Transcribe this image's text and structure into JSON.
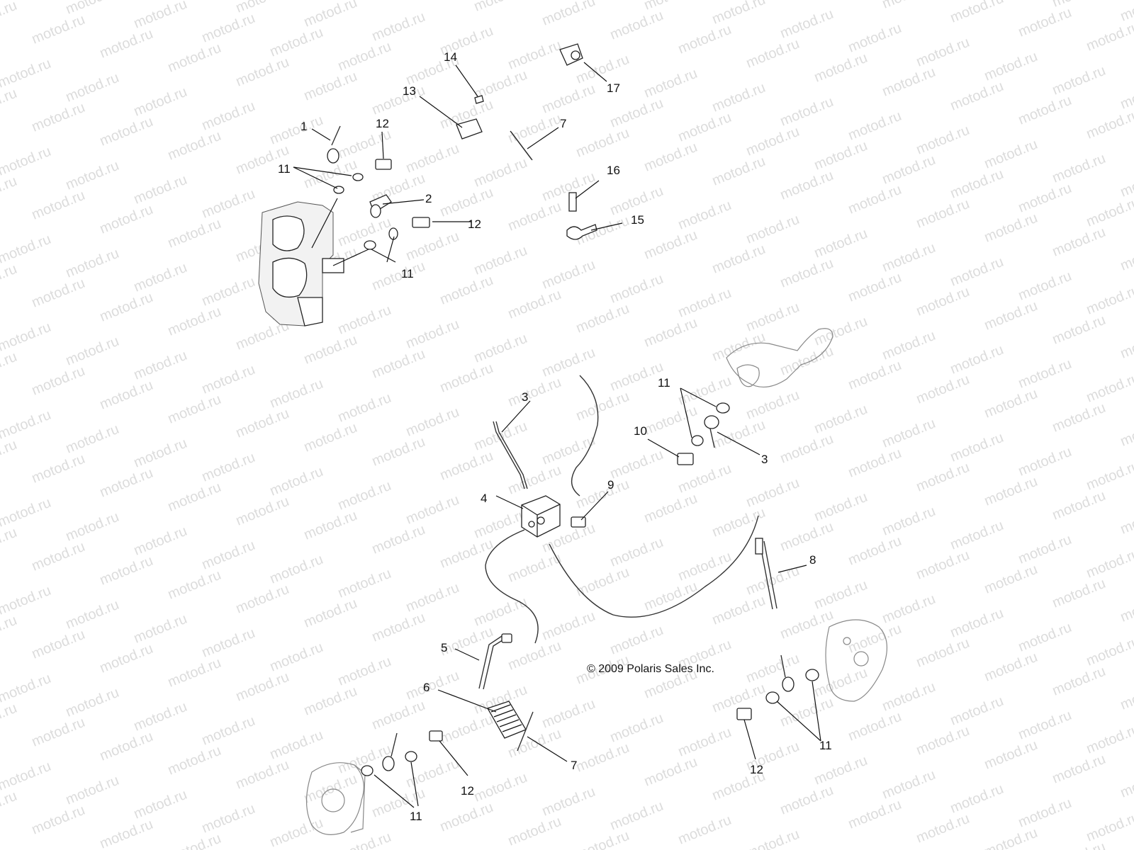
{
  "watermark_text": "motod.ru",
  "copyright": "© 2009 Polaris Sales Inc.",
  "callouts": [
    "1",
    "2",
    "3",
    "4",
    "5",
    "6",
    "7",
    "8",
    "9",
    "10",
    "11",
    "12",
    "13",
    "14",
    "15",
    "16",
    "17"
  ],
  "colors": {
    "line": "#111111",
    "watermark": "#dcdcdc",
    "background": "#ffffff"
  }
}
